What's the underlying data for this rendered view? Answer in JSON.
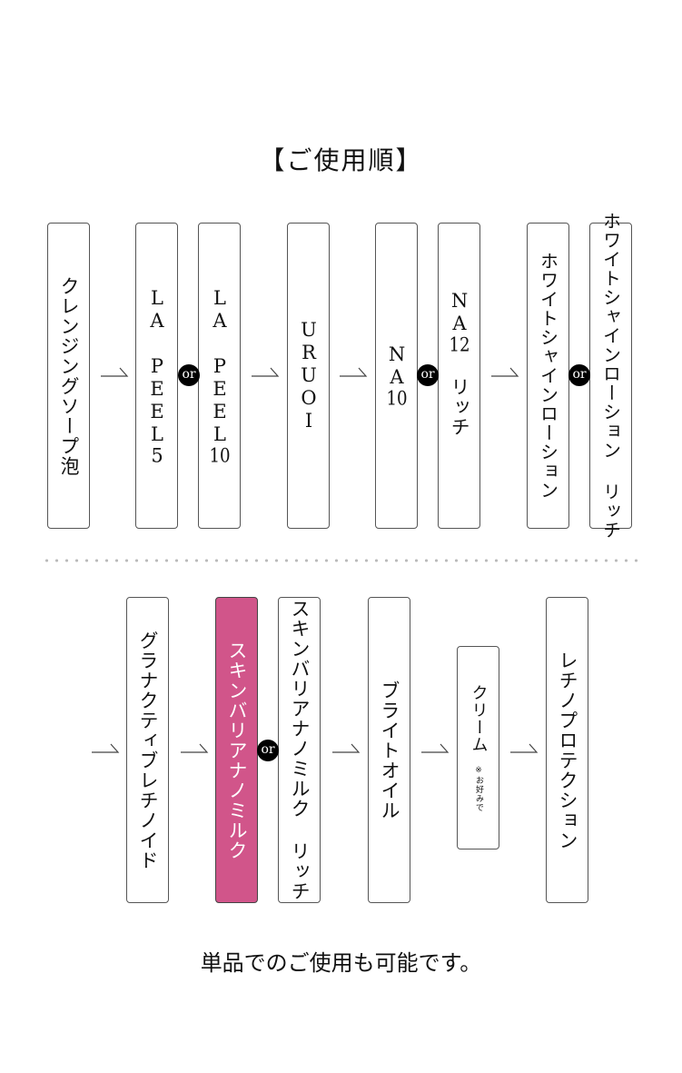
{
  "title": "【ご使用順】",
  "row1": [
    {
      "label": "クレンジングソープ泡",
      "num": "",
      "suffix": ""
    },
    {
      "label": "LA PEEL",
      "num": "5",
      "suffix": ""
    },
    {
      "label": "LA PEEL",
      "num": "10",
      "suffix": ""
    },
    {
      "label": "URUOI",
      "num": "",
      "suffix": ""
    },
    {
      "label": "NA",
      "num": "10",
      "suffix": ""
    },
    {
      "label": "NA",
      "num": "12",
      "suffix": "リッチ"
    },
    {
      "label": "ホワイトシャインローション",
      "num": "",
      "suffix": ""
    },
    {
      "label": "ホワイトシャインローション リッチ",
      "num": "",
      "suffix": ""
    }
  ],
  "row2": [
    {
      "label": "グラナクティブレチノイド"
    },
    {
      "label": "スキンバリアナノミルク"
    },
    {
      "label": "スキンバリアナノミルク リッチ"
    },
    {
      "label": "ブライトオイル"
    },
    {
      "label": "クリーム",
      "note": "※お好みで"
    },
    {
      "label": "レチノプロテクション"
    }
  ],
  "or_label": "or",
  "footer": "単品でのご使用も可能です。",
  "colors": {
    "highlight": "#d1558a"
  }
}
